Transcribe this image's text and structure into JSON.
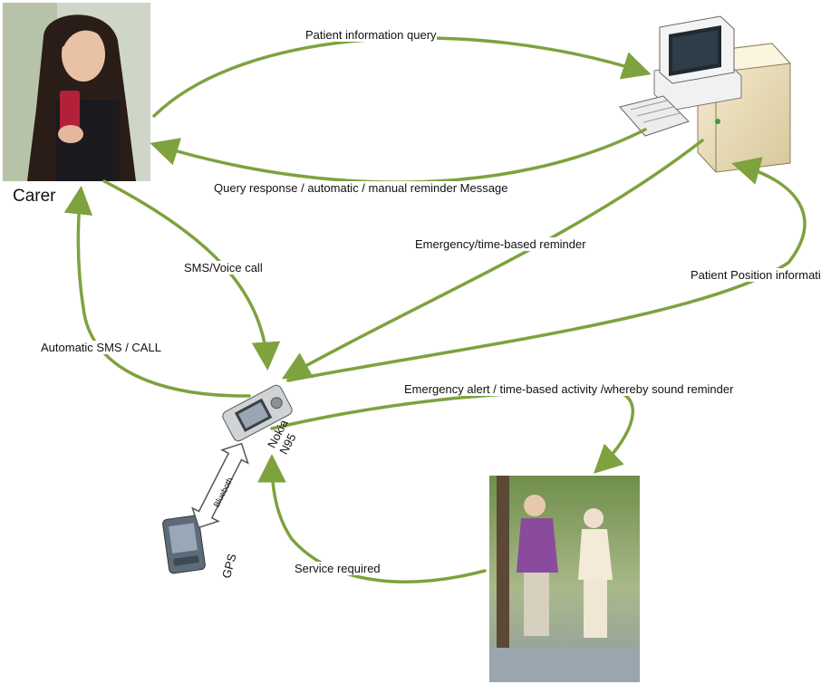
{
  "nodes": {
    "carer": "Carer",
    "phone": "Nokia N95",
    "gps": "GPS"
  },
  "edges": {
    "patient_info_query": "Patient information query",
    "query_response": "Query response / automatic / manual reminder Message",
    "emergency_time_reminder": "Emergency/time-based reminder",
    "sms_voice_call": "SMS/Voice call",
    "patient_position": "Patient Position information",
    "automatic_sms_call": "Automatic SMS / CALL",
    "emergency_alert": "Emergency alert / time-based activity /whereby sound reminder",
    "service_required": "Service required",
    "bluetooth": "Blueboth"
  },
  "colors": {
    "arrow": "#7ea23e",
    "text": "#111111"
  }
}
